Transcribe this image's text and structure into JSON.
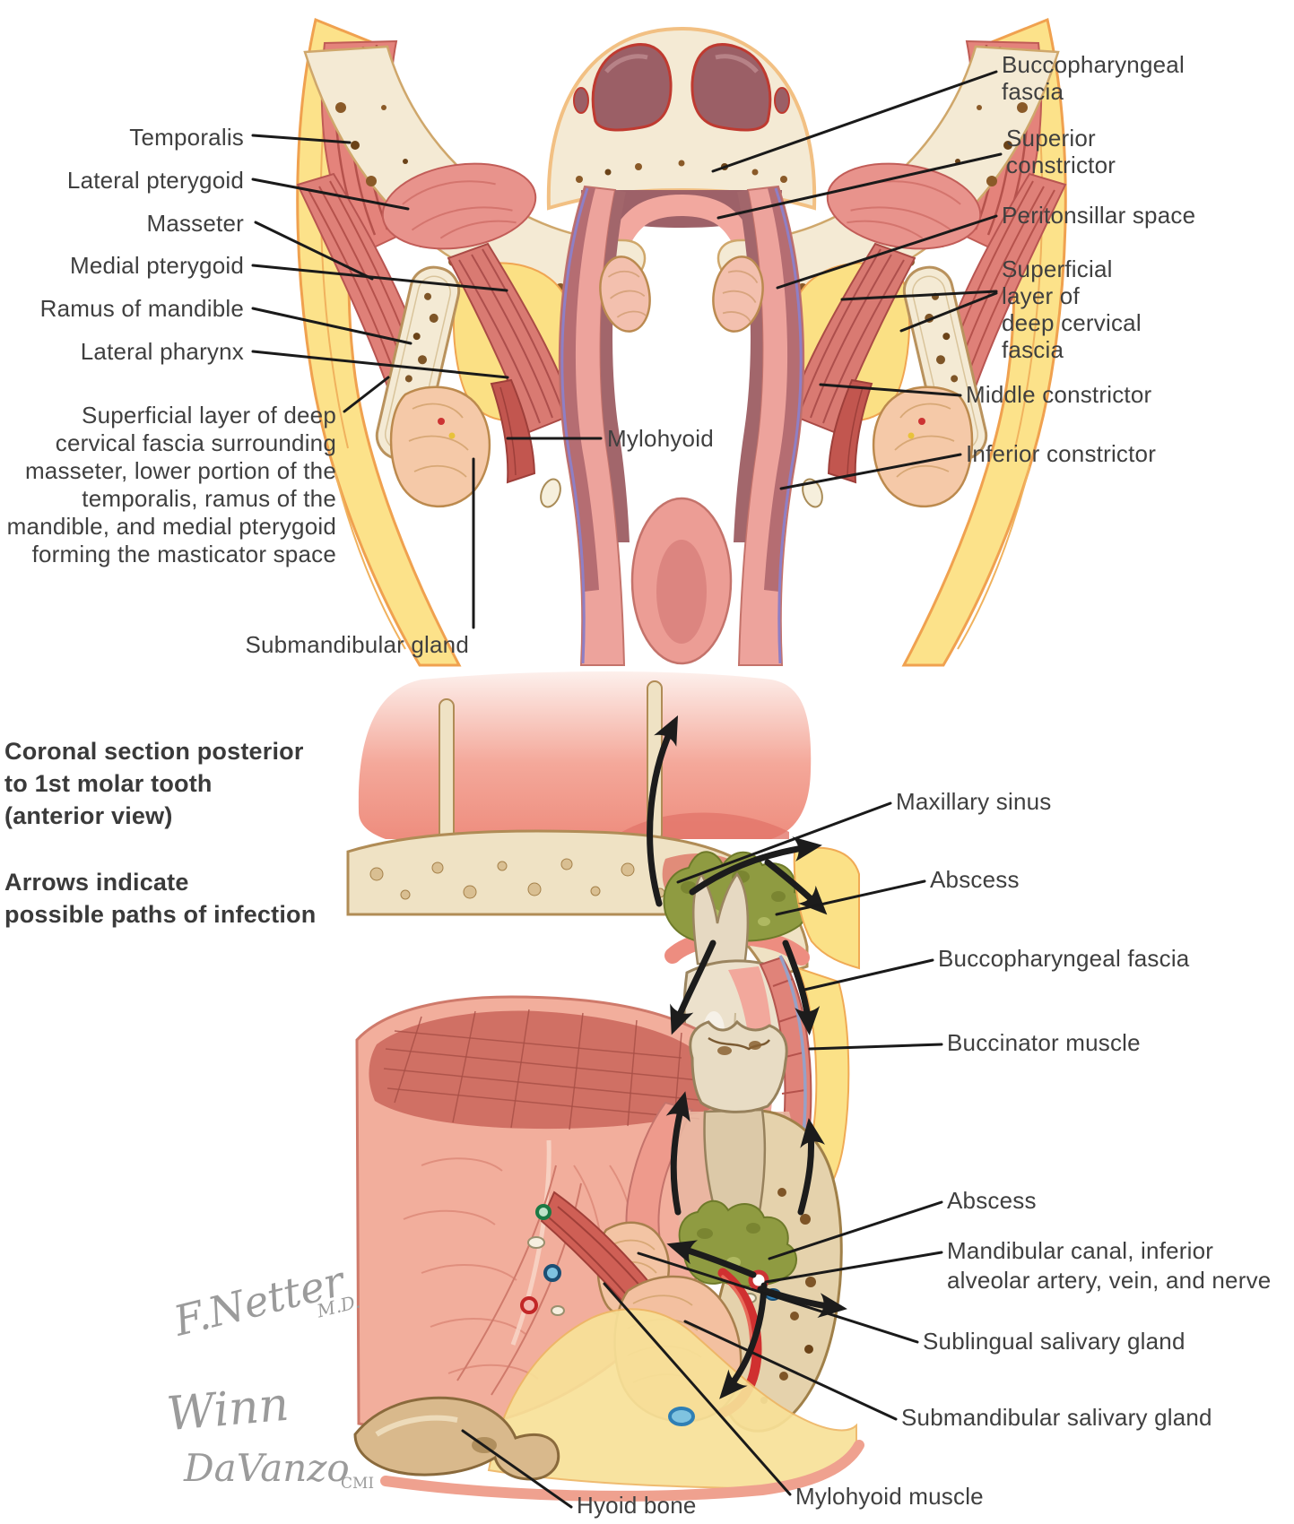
{
  "top_figure": {
    "labels_left": [
      "Temporalis",
      "Lateral pterygoid",
      "Masseter",
      "Medial pterygoid",
      "Ramus of mandible",
      "Lateral pharynx",
      "Superficial layer of deep\ncervical fascia surrounding\nmasseter, lower portion of the\ntemporalis, ramus of the\nmandible, and medial pterygoid\nforming the masticator space",
      "Submandibular gland"
    ],
    "label_center": "Mylohyoid",
    "labels_right": [
      "Buccopharyngeal\nfascia",
      "Superior\nconstrictor",
      "Peritonsillar space",
      "Superficial\nlayer of\ndeep cervical\nfascia",
      "Middle constrictor",
      "Inferior constrictor"
    ]
  },
  "bottom_figure": {
    "caption": "Coronal section posterior\nto 1st molar tooth\n(anterior view)",
    "note": "Arrows indicate\npossible paths of infection",
    "labels_right": [
      "Maxillary sinus",
      "Abscess",
      "Buccopharyngeal fascia",
      "Buccinator muscle",
      "Abscess",
      "Mandibular canal, inferior\nalveolar artery, vein, and nerve",
      "Sublingual salivary gland",
      "Submandibular salivary gland",
      "Mylohyoid muscle",
      "Hyoid bone"
    ]
  },
  "signatures": {
    "netter": "F.Netter",
    "netter_md": "M.D.",
    "winn": "Winn",
    "davanzo": "DaVanzo",
    "cmi": "CMI"
  },
  "palette": {
    "label_text": "#3f3f3f",
    "leader_line": "#1a1a1a",
    "arrow_black": "#1c1c1c",
    "muscle_red": "#df8078",
    "deep_muscle_red": "#c2564f",
    "mucosa_pink": "#eda39c",
    "pharynx_dark": "#a2666b",
    "bone_cream": "#f4ead4",
    "marrow_brown": "#8a5a28",
    "fat_yellow": "#fbe187",
    "fascia_purple": "#8f7fc5",
    "fascia_blue_gray": "#97a1c7",
    "gland_peach": "#f3c4a4",
    "abscess_green": "#8f9b41",
    "tooth_ivory": "#e8dcc4",
    "artery_red": "#d03030",
    "vein_blue": "#2f7fb5",
    "signature_gray": "#9b9b9b"
  }
}
